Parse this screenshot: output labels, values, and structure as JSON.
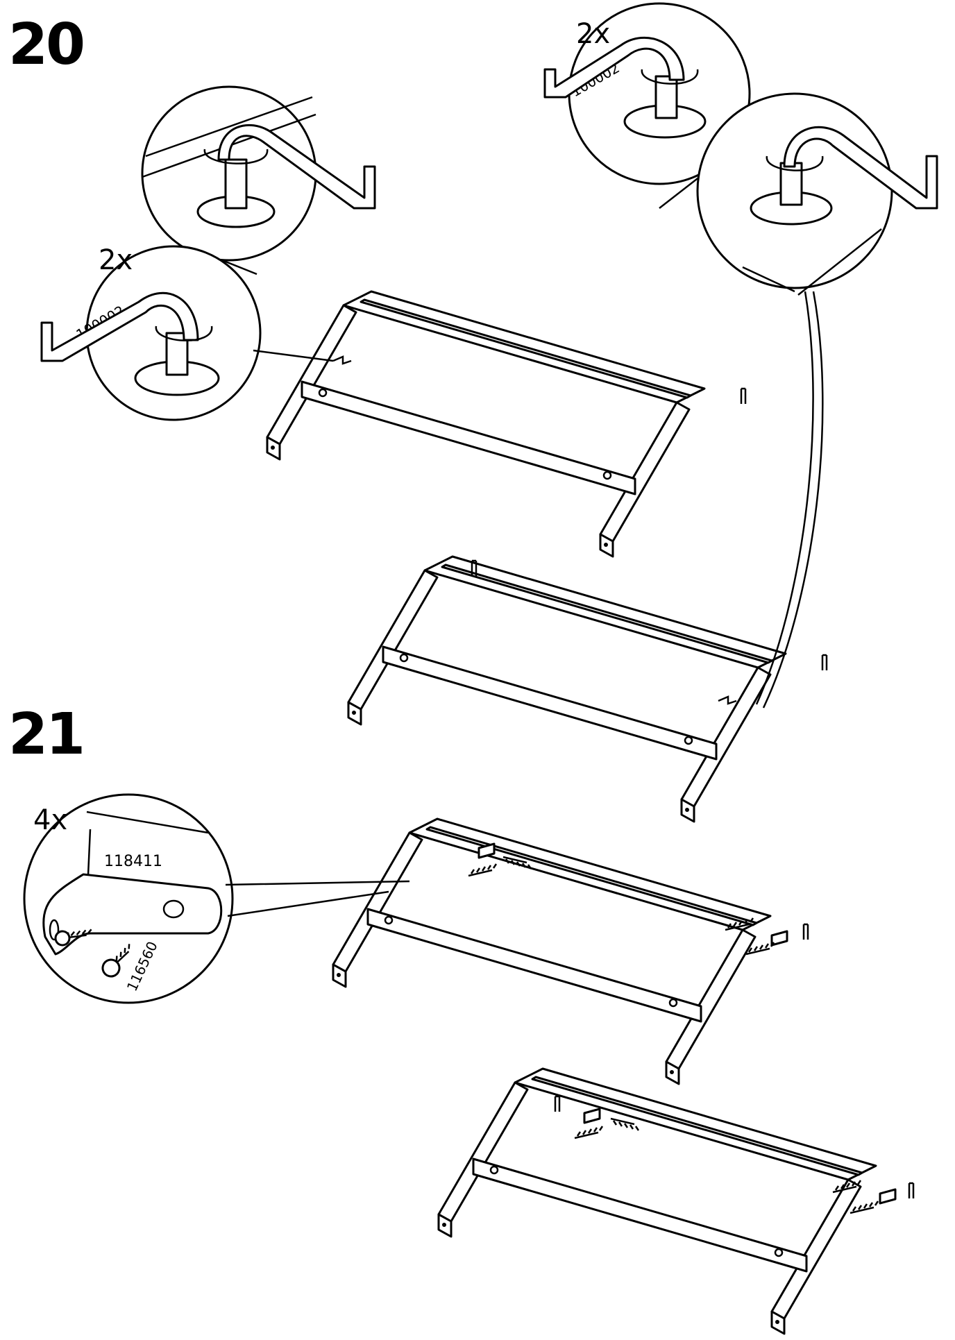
{
  "steps": [
    {
      "number": "20",
      "callouts": [
        {
          "quantity": "2x",
          "part_number": "100002"
        },
        {
          "quantity": "2x",
          "part_number": "100002"
        }
      ]
    },
    {
      "number": "21",
      "callouts": [
        {
          "quantity": "4x",
          "part_numbers": [
            "118411",
            "116560"
          ]
        }
      ]
    }
  ],
  "icons": [
    "allen-key-icon",
    "bed-leg-icon",
    "rotate-arrow-icon",
    "screw-icon",
    "bracket-icon",
    "dowel-icon"
  ]
}
